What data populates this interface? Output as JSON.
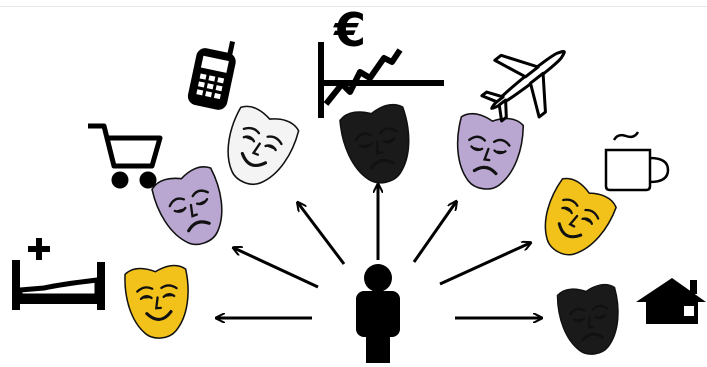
{
  "colors": {
    "ink": "#000000",
    "background": "#ffffff",
    "mask_white": "#f4f4f4",
    "mask_black": "#1a1a1a",
    "mask_purple": "#b9a7d1",
    "mask_yellow": "#f2c21b"
  },
  "currency_symbol": "€",
  "masks": [
    {
      "id": "mask-white",
      "fill": "mask_white",
      "mood": "happy"
    },
    {
      "id": "mask-black-top",
      "fill": "mask_black",
      "mood": "sad"
    },
    {
      "id": "mask-purple-right",
      "fill": "mask_purple",
      "mood": "sad"
    },
    {
      "id": "mask-purple-left",
      "fill": "mask_purple",
      "mood": "sad"
    },
    {
      "id": "mask-yellow-right",
      "fill": "mask_yellow",
      "mood": "happy"
    },
    {
      "id": "mask-yellow-left",
      "fill": "mask_yellow",
      "mood": "happy"
    },
    {
      "id": "mask-black-right",
      "fill": "mask_black",
      "mood": "sad"
    }
  ],
  "icons": [
    "bed-health-icon",
    "shopping-cart-icon",
    "mobile-phone-icon",
    "euro-chart-icon",
    "airplane-icon",
    "coffee-cup-icon",
    "house-icon",
    "person-icon"
  ]
}
